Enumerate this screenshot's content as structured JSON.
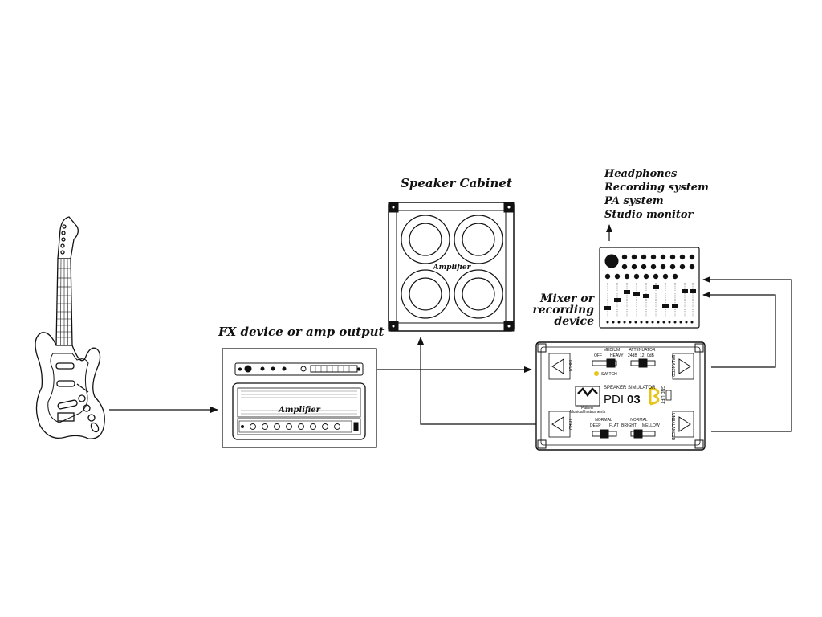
{
  "labels": {
    "fx": "FX device or amp output",
    "cabinet": "Speaker Cabinet",
    "mixer": [
      "Mixer or",
      "recording",
      "device"
    ],
    "destinations": [
      "Headphones",
      "Recording system",
      "PA system",
      "Studio monitor"
    ]
  },
  "amp_logo": "Amplifier",
  "cabinet_logo": "Amplifier",
  "pdi": {
    "brand": "Palmer",
    "brand_sub": "Musical Instruments",
    "subtitle": "SPEAKER SIMULATOR",
    "model_prefix": "PDI",
    "model_number": "03",
    "input": "INPUT",
    "thru": "THRU",
    "balanced": "BALANCED",
    "unbalanced": "UNBALANCED",
    "gnd_lift": "GND LIFT",
    "switch": "SWITCH",
    "top_left": [
      "MEDIUM",
      "OFF",
      "HEAVY"
    ],
    "top_right": [
      "ATTENUATOR",
      "24dB",
      "12",
      "0dB"
    ],
    "bottom_left": [
      "NORMAL",
      "DEEP",
      "FLAT"
    ],
    "bottom_right": [
      "NORMAL",
      "BRIGHT",
      "MELLOW"
    ]
  },
  "colors": {
    "line": "#111111",
    "accent": "#e8c419"
  }
}
